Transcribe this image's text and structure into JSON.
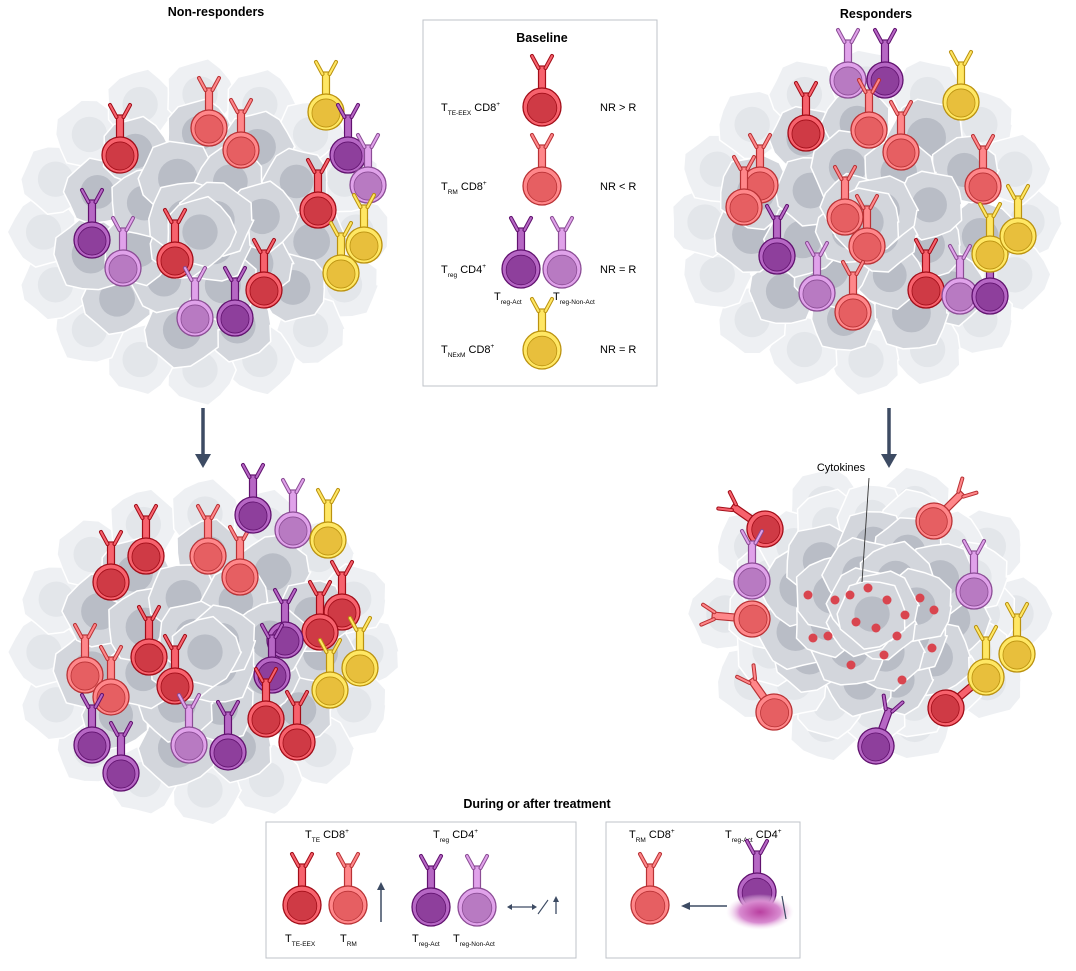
{
  "titles": {
    "non_responders": "Non-responders",
    "responders": "Responders",
    "baseline": "Baseline",
    "during_after": "During or after treatment",
    "cytokines": "Cytokines"
  },
  "baseline_rows": [
    {
      "main": "T",
      "sub": "TE-EEX",
      "tail": " CD8",
      "sup": "+",
      "comparison": "NR > R",
      "color": "#cf3a45"
    },
    {
      "main": "T",
      "sub": "RM",
      "tail": " CD8",
      "sup": "+",
      "comparison": "NR < R",
      "color": "#e65f62"
    },
    {
      "main": "T",
      "sub": "reg",
      "tail": " CD4",
      "sup": "+",
      "comparison": "NR = R",
      "color": "#9b4fa8"
    },
    {
      "main": "T",
      "sub": "NExM",
      "tail": " CD8",
      "sup": "+",
      "comparison": "NR = R",
      "color": "#e8bf3c"
    }
  ],
  "treg_labels": {
    "act": {
      "main": "T",
      "sub": "reg-Act"
    },
    "nonact": {
      "main": "T",
      "sub": "reg-Non-Act"
    }
  },
  "bottom_panel1": {
    "te_header": {
      "main": "T",
      "sub": "TE",
      "tail": " CD8",
      "sup": "+"
    },
    "treg_header": {
      "main": "T",
      "sub": "reg",
      "tail": " CD4",
      "sup": "+"
    },
    "label_teeex": {
      "main": "T",
      "sub": "TE-EEX"
    },
    "label_trm": {
      "main": "T",
      "sub": "RM"
    },
    "label_act": {
      "main": "T",
      "sub": "reg-Act"
    },
    "label_nonact": {
      "main": "T",
      "sub": "reg-Non-Act"
    },
    "trend_te": "up",
    "trend_treg": "unchanged or up"
  },
  "bottom_panel2": {
    "trm_header": {
      "main": "T",
      "sub": "RM",
      "tail": " CD8",
      "sup": "+"
    },
    "tregact_header": {
      "main": "T",
      "sub": "reg-Act",
      "tail": " CD4",
      "sup": "+"
    }
  },
  "colors": {
    "cd8_dark": "#cf3a45",
    "cd8_light": "#e65f62",
    "treg_dark": "#8e3f9c",
    "treg_light": "#b87ac2",
    "nexm": "#e8bf3c",
    "tumor": "#c9ccd3",
    "arrow": "#3d4b63",
    "cytokine": "#d9454f"
  }
}
